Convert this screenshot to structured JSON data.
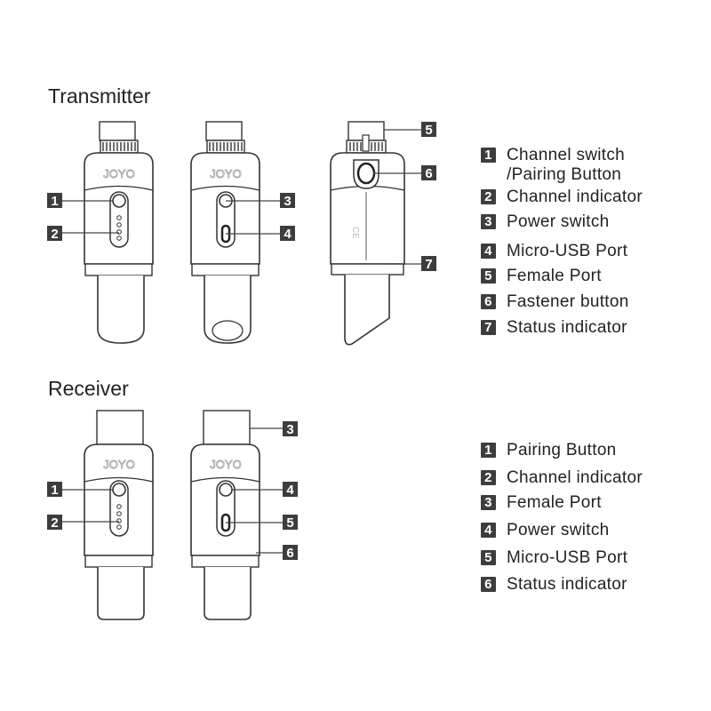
{
  "transmitter": {
    "title": "Transmitter",
    "brand": "JOYO",
    "callouts": [
      "1",
      "2",
      "3",
      "4",
      "5",
      "6",
      "7"
    ],
    "legend": [
      {
        "num": "1",
        "label": "Channel switch",
        "label2": "/Pairing Button"
      },
      {
        "num": "2",
        "label": "Channel indicator"
      },
      {
        "num": "3",
        "label": "Power switch"
      },
      {
        "num": "4",
        "label": "Micro-USB Port"
      },
      {
        "num": "5",
        "label": "Female Port"
      },
      {
        "num": "6",
        "label": "Fastener button"
      },
      {
        "num": "7",
        "label": "Status indicator"
      }
    ]
  },
  "receiver": {
    "title": "Receiver",
    "brand": "JOYO",
    "callouts": [
      "1",
      "2",
      "3",
      "4",
      "5",
      "6"
    ],
    "legend": [
      {
        "num": "1",
        "label": "Pairing Button"
      },
      {
        "num": "2",
        "label": "Channel indicator"
      },
      {
        "num": "3",
        "label": "Female Port"
      },
      {
        "num": "4",
        "label": "Power switch"
      },
      {
        "num": "5",
        "label": "Micro-USB Port"
      },
      {
        "num": "6",
        "label": "Status indicator"
      }
    ]
  }
}
